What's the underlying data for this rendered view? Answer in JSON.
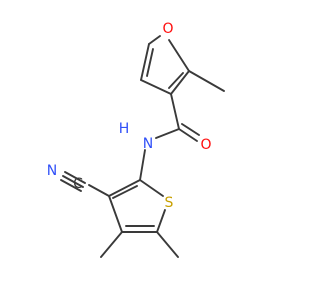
{
  "molecule": {
    "atoms": [
      {
        "id": "O1",
        "label": "O",
        "color": "#ff0d0d"
      },
      {
        "id": "O2",
        "label": "O",
        "color": "#ff0d0d"
      },
      {
        "id": "N1",
        "label": "N",
        "color": "#3050f8"
      },
      {
        "id": "H1",
        "label": "H",
        "color": "#3050f8"
      },
      {
        "id": "N2",
        "label": "N",
        "color": "#3050f8"
      },
      {
        "id": "C1",
        "label": "C",
        "color": "#3a3a3a"
      },
      {
        "id": "S1",
        "label": "S",
        "color": "#c8a000"
      }
    ]
  }
}
